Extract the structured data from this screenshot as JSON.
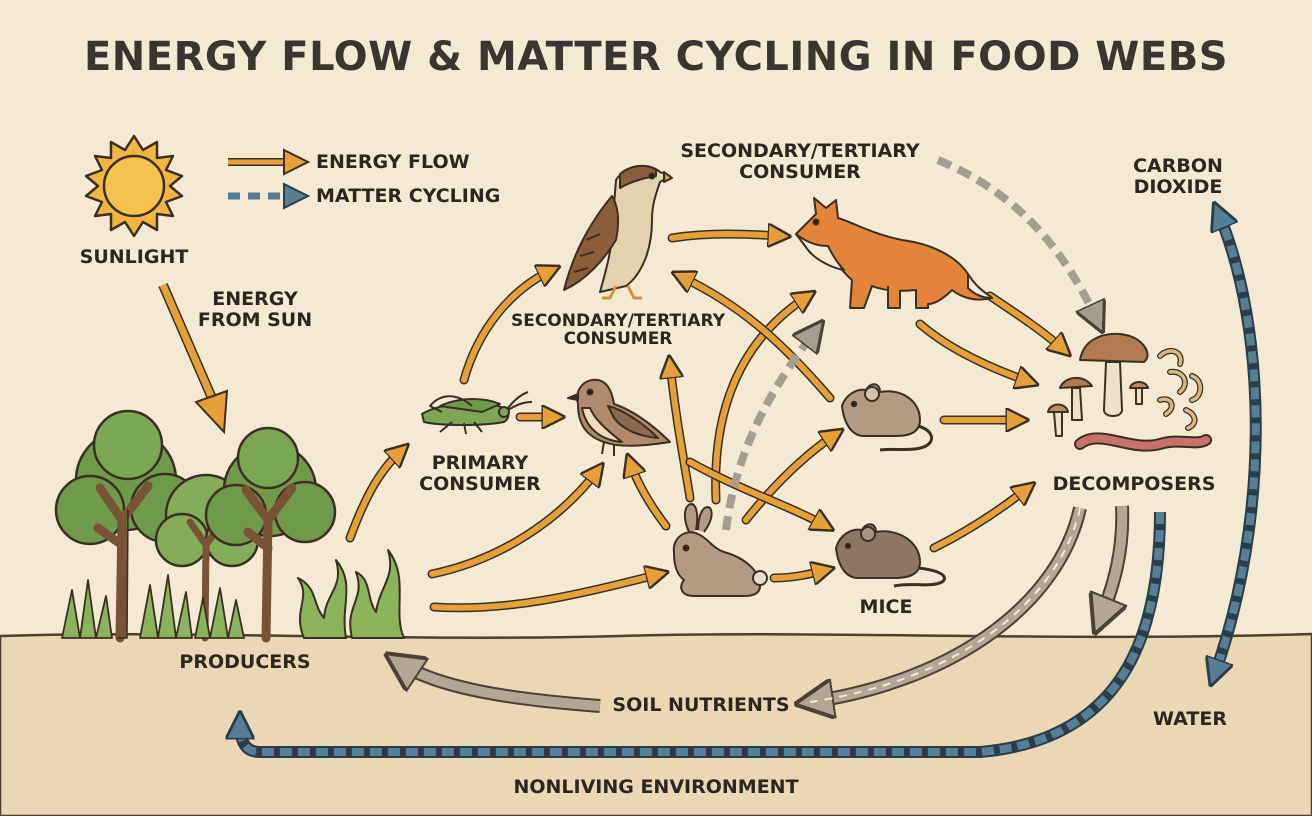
{
  "title": "ENERGY FLOW & MATTER CYCLING IN FOOD WEBS",
  "legend": {
    "energy_flow": "ENERGY FLOW",
    "matter_cycling": "MATTER CYCLING"
  },
  "labels": {
    "sunlight": "SUNLIGHT",
    "energy_from_sun": "ENERGY\nFROM SUN",
    "producers": "PRODUCERS",
    "primary_consumer": "PRIMARY\nCONSUMER",
    "secondary_tertiary_top": "SECONDARY/TERTIARY\nCONSUMER",
    "secondary_tertiary_mid": "SECONDARY/TERTIARY\nCONSUMER",
    "mice": "MICE",
    "decomposers": "DECOMPOSERS",
    "carbon_dioxide": "CARBON\nDIOXIDE",
    "water": "WATER",
    "soil_nutrients": "SOIL NUTRIENTS",
    "nonliving_environment": "NONLIVING ENVIRONMENT"
  },
  "colors": {
    "background": "#f4ead3",
    "soil": "#ead7b3",
    "energy_arrow": "#e5a03a",
    "matter_arrow": "#557f95",
    "nutrient_arrow": "#b3a693",
    "text": "#2b2620"
  },
  "icons": [
    "sun-icon",
    "tree-icon",
    "grass-icon",
    "seaweed-icon",
    "grasshopper-icon",
    "sparrow-icon",
    "hawk-icon",
    "fox-icon",
    "rabbit-icon",
    "mouse-icon",
    "mushroom-icon",
    "worm-icon"
  ]
}
